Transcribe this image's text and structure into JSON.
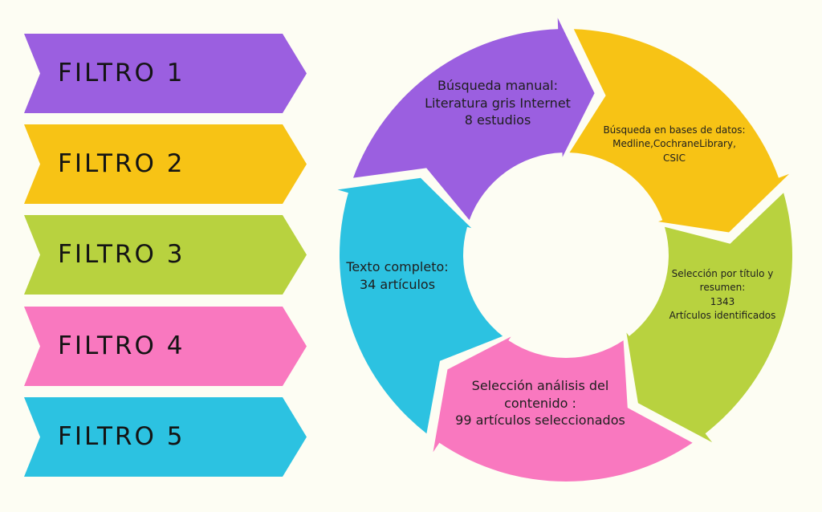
{
  "filters": [
    {
      "label": "FILTRO 1",
      "color": "#9b5fe0"
    },
    {
      "label": "FILTRO 2",
      "color": "#f7c315"
    },
    {
      "label": "FILTRO 3",
      "color": "#b8d23f"
    },
    {
      "label": "FILTRO 4",
      "color": "#f978bf"
    },
    {
      "label": "FILTRO 5",
      "color": "#2cc2e1"
    }
  ],
  "cycle": {
    "segments": [
      {
        "color": "#9b5fe0",
        "lines": [
          "Búsqueda manual:",
          "Literatura gris Internet",
          "8 estudios"
        ]
      },
      {
        "color": "#f7c315",
        "lines": [
          "Búsqueda en bases de datos:",
          "Medline,CochraneLibrary,",
          "CSIC"
        ]
      },
      {
        "color": "#b8d23f",
        "lines": [
          "Selección por título y",
          "resumen:",
          "1343",
          "Artículos identificados"
        ]
      },
      {
        "color": "#f978bf",
        "lines": [
          "Selección análisis del",
          "contenido :",
          "99 artículos seleccionados"
        ]
      },
      {
        "color": "#2cc2e1",
        "lines": [
          "Texto completo:",
          "34 artículos"
        ]
      }
    ]
  }
}
